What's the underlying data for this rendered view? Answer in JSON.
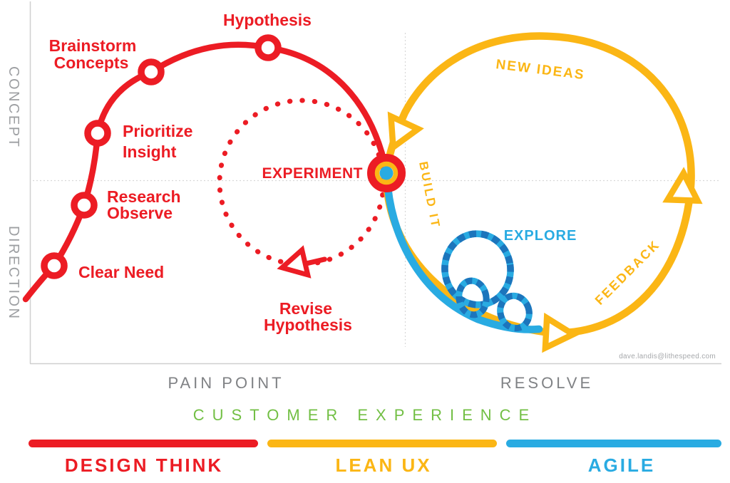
{
  "colors": {
    "red": "#EC1C24",
    "yellow": "#FBB615",
    "blue": "#29ABE2",
    "dark_blue": "#1C75BC",
    "green": "#72BF44",
    "axis_gray": "#808285",
    "side_gray": "#9D9FA2",
    "border_gray": "#CFCFCF",
    "credit_gray": "#A6A8AB",
    "white": "#FFFFFF"
  },
  "y_axis": {
    "top": "CONCEPT",
    "bottom": "DIRECTION"
  },
  "x_axis": {
    "left": "PAIN POINT",
    "right": "RESOLVE",
    "title": "CUSTOMER EXPERIENCE"
  },
  "design_think": {
    "clear_need": "Clear Need",
    "research_line1": "Research",
    "research_line2": "Observe",
    "prioritize_line1": "Prioritize",
    "prioritize_line2": "Insight",
    "brainstorm_line1": "Brainstorm",
    "brainstorm_line2": "Concepts",
    "hypothesis": "Hypothesis",
    "experiment": "EXPERIMENT",
    "revise_line1": "Revise",
    "revise_line2": "Hypothesis"
  },
  "lean_ux": {
    "new_ideas": "NEW IDEAS",
    "build_it": "BUILD IT",
    "feedback": "FEEDBACK"
  },
  "agile": {
    "explore": "EXPLORE"
  },
  "legend": {
    "items": [
      {
        "label": "DESIGN THINK",
        "color": "#EC1C24"
      },
      {
        "label": "LEAN UX",
        "color": "#FBB615"
      },
      {
        "label": "AGILE",
        "color": "#29ABE2"
      }
    ]
  },
  "credit": "dave.landis@lithespeed.com"
}
